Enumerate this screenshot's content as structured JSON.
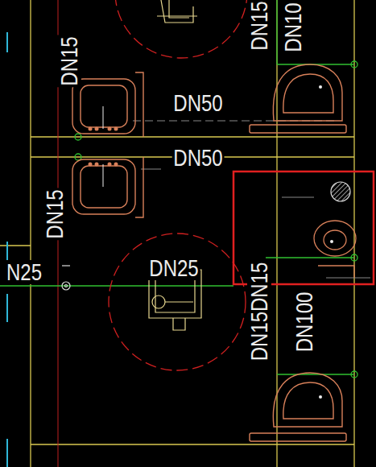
{
  "diagram": {
    "labels": [
      "DN15",
      "DN10",
      "DN15",
      "DN50",
      "DN50",
      "DN15",
      "N25",
      "DN25",
      "DN15DN15",
      "DN100"
    ]
  }
}
